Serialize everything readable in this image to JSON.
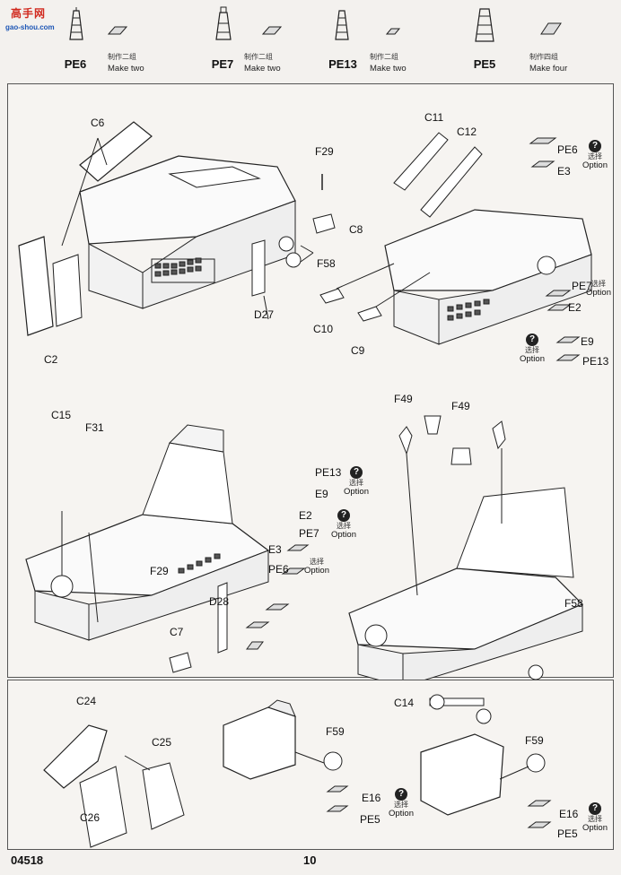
{
  "watermark": {
    "title": "高手网",
    "url": "gao-shou.com"
  },
  "header_parts": [
    {
      "code": "PE6",
      "cn": "制作二组",
      "en": "Make two"
    },
    {
      "code": "PE7",
      "cn": "制作二组",
      "en": "Make two"
    },
    {
      "code": "PE13",
      "cn": "制作二组",
      "en": "Make two"
    },
    {
      "code": "PE5",
      "cn": "制作四组",
      "en": "Make four"
    }
  ],
  "step_a": {
    "labels": {
      "c6": "C6",
      "c2": "C2",
      "f29": "F29",
      "c8": "C8",
      "f58": "F58",
      "d27": "D27"
    }
  },
  "step_b": {
    "labels": {
      "c11": "C11",
      "c12": "C12",
      "pe6": "PE6",
      "e3": "E3",
      "pe7": "PE7",
      "e2": "E2",
      "c10": "C10",
      "c9": "C9",
      "e9": "E9",
      "pe13": "PE13"
    }
  },
  "step_c": {
    "labels": {
      "c15": "C15",
      "f31": "F31",
      "pe13": "PE13",
      "e9": "E9",
      "e2": "E2",
      "pe7": "PE7",
      "e3": "E3",
      "pe6": "PE6",
      "f29": "F29",
      "d28": "D28",
      "c7": "C7"
    }
  },
  "step_d": {
    "labels": {
      "f49a": "F49",
      "f49b": "F49",
      "f58": "F58"
    }
  },
  "step_e": {
    "labels": {
      "c24": "C24",
      "c25": "C25",
      "c26": "C26",
      "f59a": "F59",
      "e16a": "E16",
      "pe5a": "PE5",
      "c14": "C14",
      "f59b": "F59",
      "e16b": "E16",
      "pe5b": "PE5"
    }
  },
  "option": {
    "mark": "?",
    "cn": "选择",
    "en": "Option"
  },
  "footer": {
    "code": "04518",
    "page": "10"
  }
}
